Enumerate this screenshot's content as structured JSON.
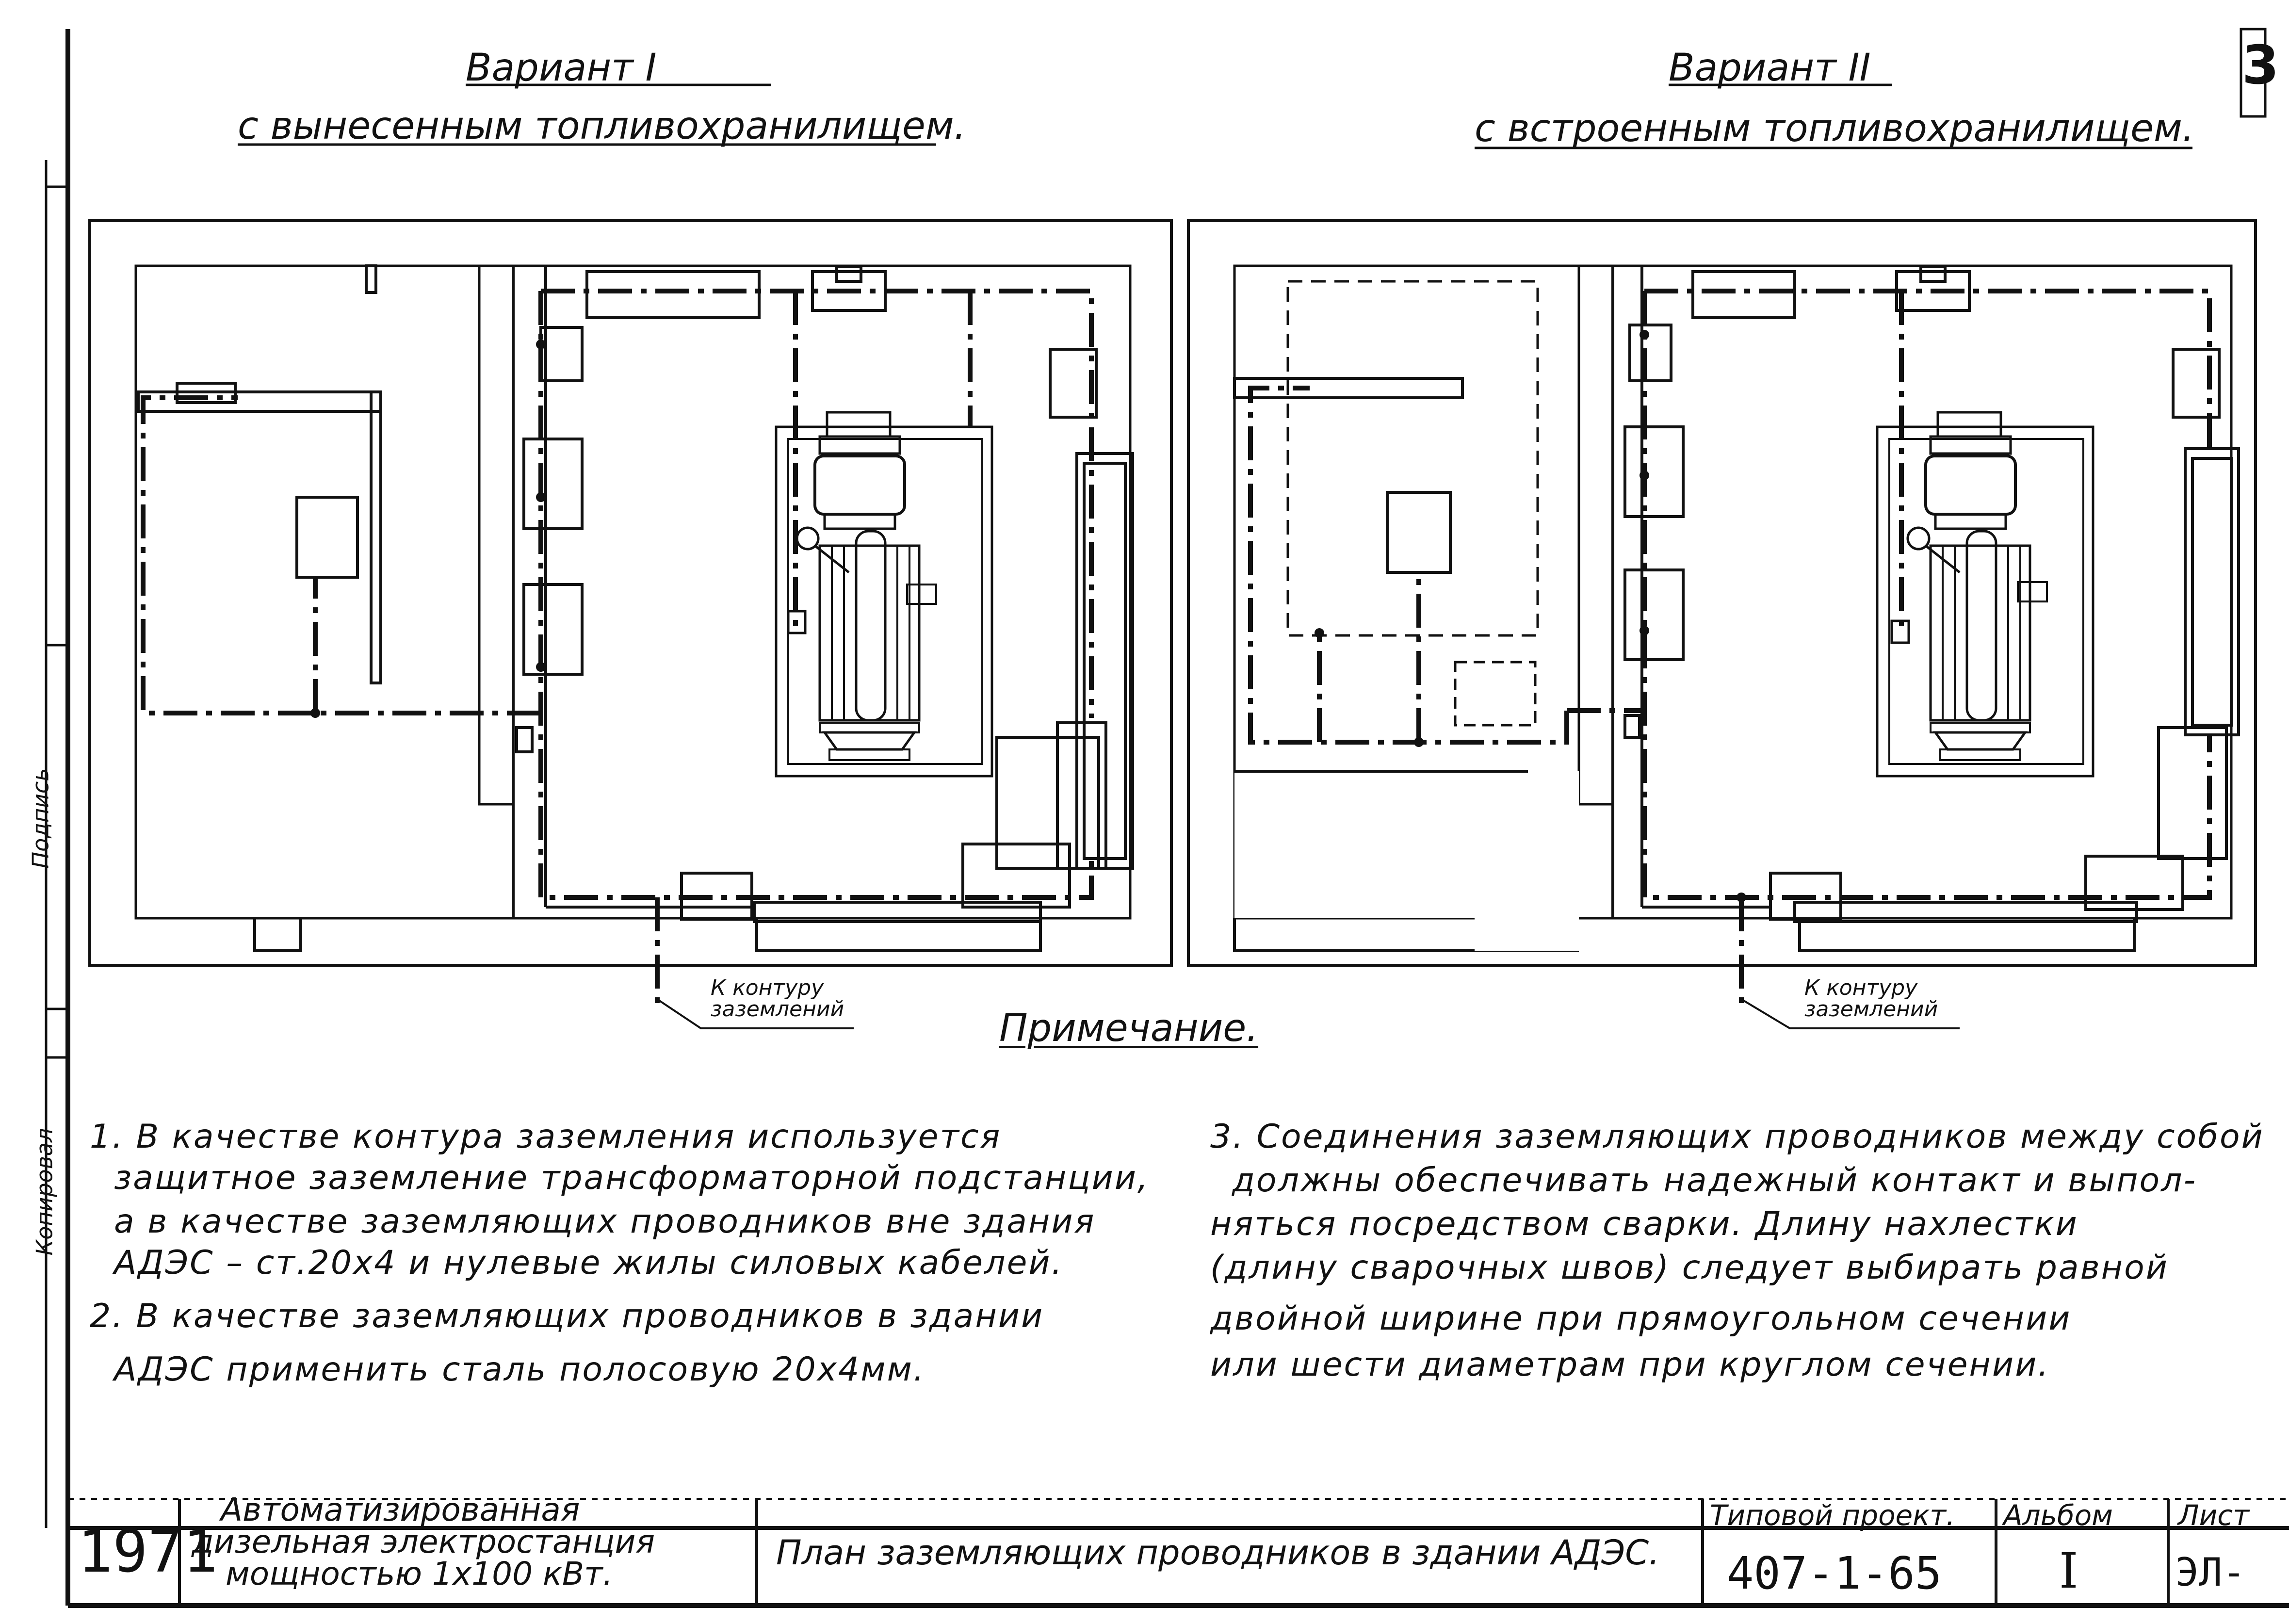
{
  "variant1": {
    "title": "Вариант I",
    "subtitle": "с вынесенным топливохранилищем."
  },
  "variant2": {
    "title": "Вариант II",
    "subtitle": "с встроенным топливохранилищем."
  },
  "labels": {
    "to_ground_loop_1": [
      "К контуру",
      "заземлений"
    ],
    "to_ground_loop_2": [
      "К контуру",
      "заземлений"
    ]
  },
  "notes_heading": "Примечание.",
  "notes": [
    "1. В качестве контура заземления используется",
    "защитное заземление трансформаторной подстанции,",
    "а в качестве заземляющих проводников вне здания",
    "АДЭС – ст.20х4    и нулевые жилы силовых кабелей.",
    "2. В качестве заземляющих проводников в здании",
    "АДЭС применить сталь полосовую 20х4мм.",
    "3. Соединения заземляющих проводников между собой",
    "должны обеспечивать надежный контакт и выпол-",
    "няться посредством сварки. Длину нахлестки",
    "(длину сварочных швов) следует выбирать равной",
    "двойной ширине при прямоугольном сечении",
    "или шести диаметрам при круглом сечении."
  ],
  "title_block": {
    "year": "1971",
    "project_name": [
      "Автоматизированная",
      "дизельная электростанция",
      "мощностью 1х100 кВт."
    ],
    "sheet_title": "План заземляющих проводников в здании АДЭС.",
    "typical_project_label": "Типовой проект.",
    "typical_project_value": "407-1-65",
    "album_label": "Альбом",
    "album_value": "I",
    "sheet_label": "Лист",
    "sheet_value": "ЭЛ-"
  },
  "margin": {
    "stamp_1": "Копировал",
    "stamp_2": "Подпись",
    "corner_mark": "3"
  }
}
